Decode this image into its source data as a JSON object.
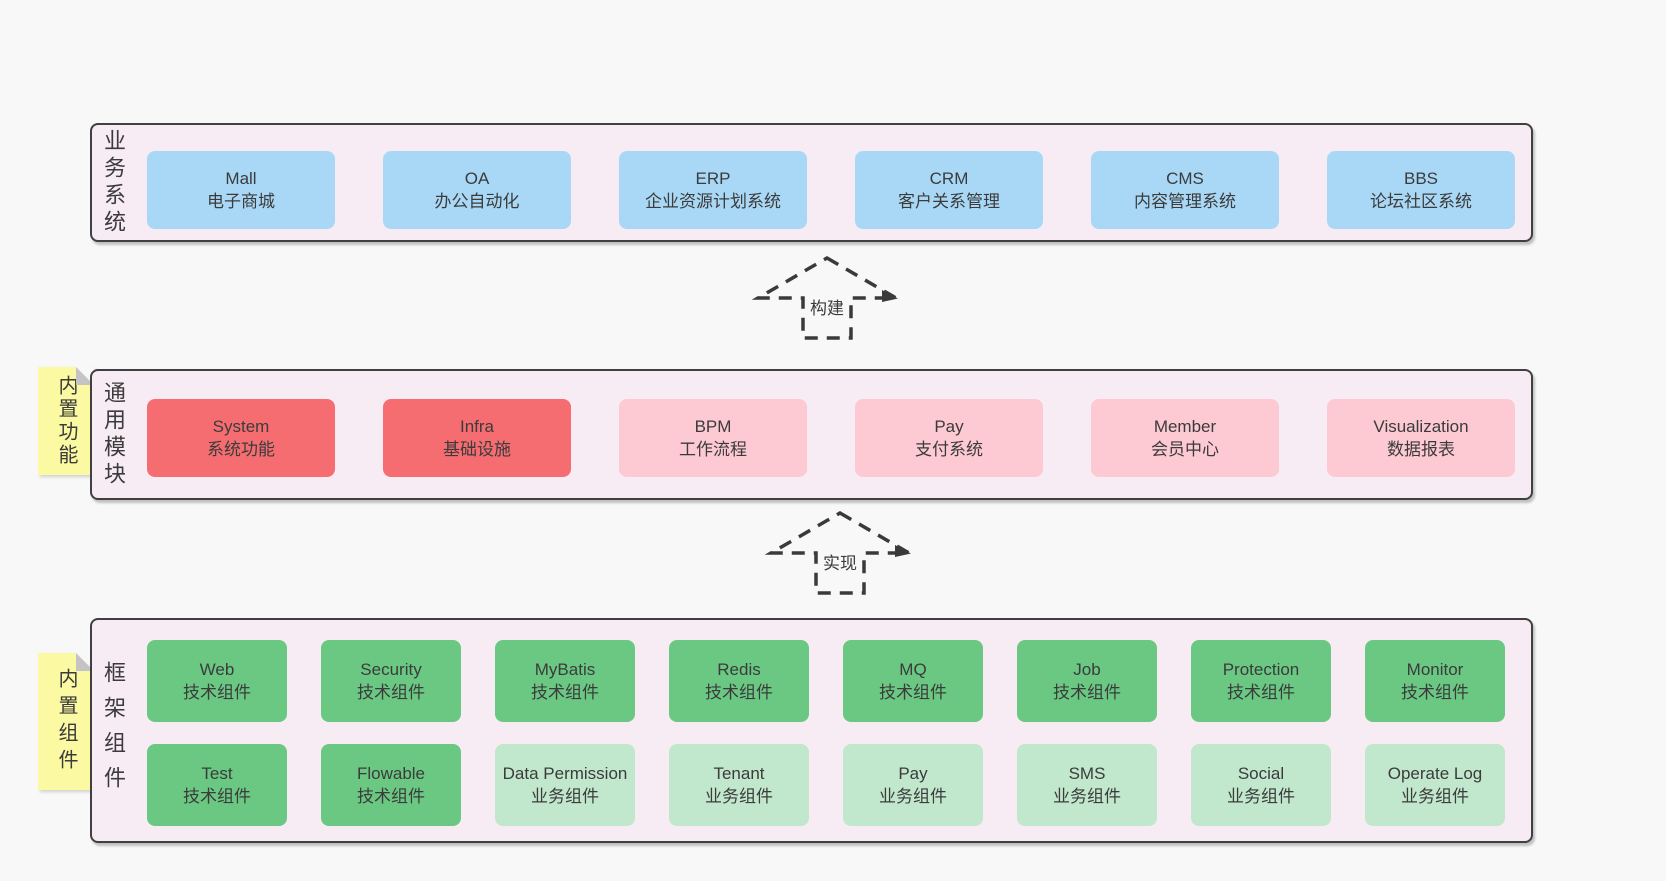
{
  "business": {
    "label": "业务系统",
    "boxes": [
      {
        "en": "Mall",
        "zh": "电子商城"
      },
      {
        "en": "OA",
        "zh": "办公自动化"
      },
      {
        "en": "ERP",
        "zh": "企业资源计划系统"
      },
      {
        "en": "CRM",
        "zh": "客户关系管理"
      },
      {
        "en": "CMS",
        "zh": "内容管理系统"
      },
      {
        "en": "BBS",
        "zh": "论坛社区系统"
      }
    ]
  },
  "arrows": {
    "build": "构建",
    "implement": "实现"
  },
  "modules": {
    "sticky": "内置功能",
    "label": "通用模块",
    "boxes": [
      {
        "en": "System",
        "zh": "系统功能"
      },
      {
        "en": "Infra",
        "zh": "基础设施"
      },
      {
        "en": "BPM",
        "zh": "工作流程"
      },
      {
        "en": "Pay",
        "zh": "支付系统"
      },
      {
        "en": "Member",
        "zh": "会员中心"
      },
      {
        "en": "Visualization",
        "zh": "数据报表"
      }
    ]
  },
  "components": {
    "sticky": "内置组件",
    "label": "框架组件",
    "row1": [
      {
        "en": "Web",
        "zh": "技术组件"
      },
      {
        "en": "Security",
        "zh": "技术组件"
      },
      {
        "en": "MyBatis",
        "zh": "技术组件"
      },
      {
        "en": "Redis",
        "zh": "技术组件"
      },
      {
        "en": "MQ",
        "zh": "技术组件"
      },
      {
        "en": "Job",
        "zh": "技术组件"
      },
      {
        "en": "Protection",
        "zh": "技术组件"
      },
      {
        "en": "Monitor",
        "zh": "技术组件"
      }
    ],
    "row2": [
      {
        "en": "Test",
        "zh": "技术组件"
      },
      {
        "en": "Flowable",
        "zh": "技术组件"
      },
      {
        "en": "Data Permission",
        "zh": "业务组件"
      },
      {
        "en": "Tenant",
        "zh": "业务组件"
      },
      {
        "en": "Pay",
        "zh": "业务组件"
      },
      {
        "en": "SMS",
        "zh": "业务组件"
      },
      {
        "en": "Social",
        "zh": "业务组件"
      },
      {
        "en": "Operate Log",
        "zh": "业务组件"
      }
    ]
  },
  "colors": {
    "page_bg": "#f8f8f8",
    "panel_bg": "#f8ecf4",
    "blue": "#a9d8f6",
    "red": "#f66d71",
    "pink": "#fdc9d3",
    "green": "#6ac883",
    "light_green": "#c1e7cc",
    "sticky_yellow": "#fbf9a2",
    "text": "#3b3b3b"
  }
}
